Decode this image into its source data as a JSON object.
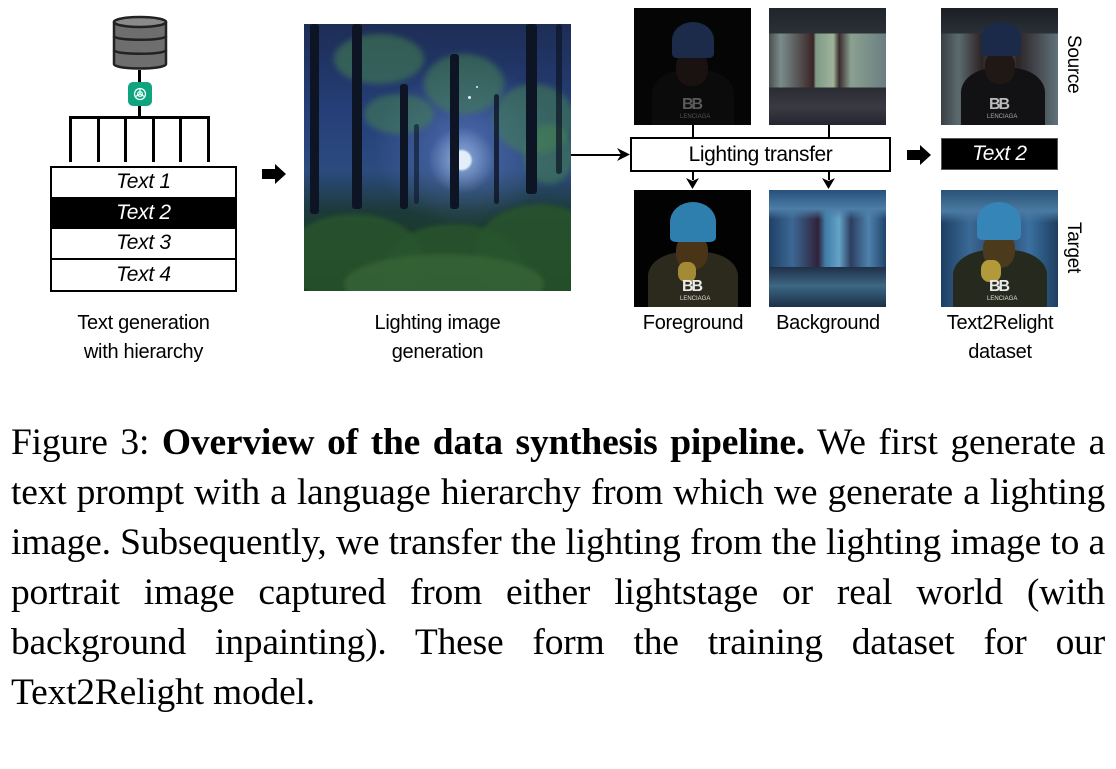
{
  "figure": {
    "stage1": {
      "icons": [
        "database-icon",
        "openai-icon"
      ],
      "text_items": [
        "Text 1",
        "Text 2",
        "Text 3",
        "Text 4"
      ],
      "highlighted_index": 1,
      "label_line1": "Text generation",
      "label_line2": "with hierarchy"
    },
    "stage2": {
      "image": "moonlit-forest-lighting-image",
      "label_line1": "Lighting image",
      "label_line2": "generation"
    },
    "stage3": {
      "transfer_label": "Lighting transfer",
      "foreground_label": "Foreground",
      "background_label": "Background",
      "foreground_logo": "BB",
      "logo_text": "LENCIAGA"
    },
    "stage4": {
      "source_label": "Source",
      "target_label": "Target",
      "prompt_text": "Text 2",
      "label_line1": "Text2Relight",
      "label_line2": "dataset"
    },
    "colors": {
      "gpt_green": "#10a37f",
      "database_gray": "#6b6b6b",
      "highlight_black": "#000000"
    }
  },
  "caption": {
    "figure_number": "Figure 3:",
    "title": "Overview of the data synthesis pipeline.",
    "body": "We first generate a text prompt with a language hierarchy from which we generate a lighting image. Subsequently, we transfer the lighting from the lighting image to a portrait image captured from either lightstage or real world (with background inpainting). These form the training dataset for our Text2Relight model."
  }
}
